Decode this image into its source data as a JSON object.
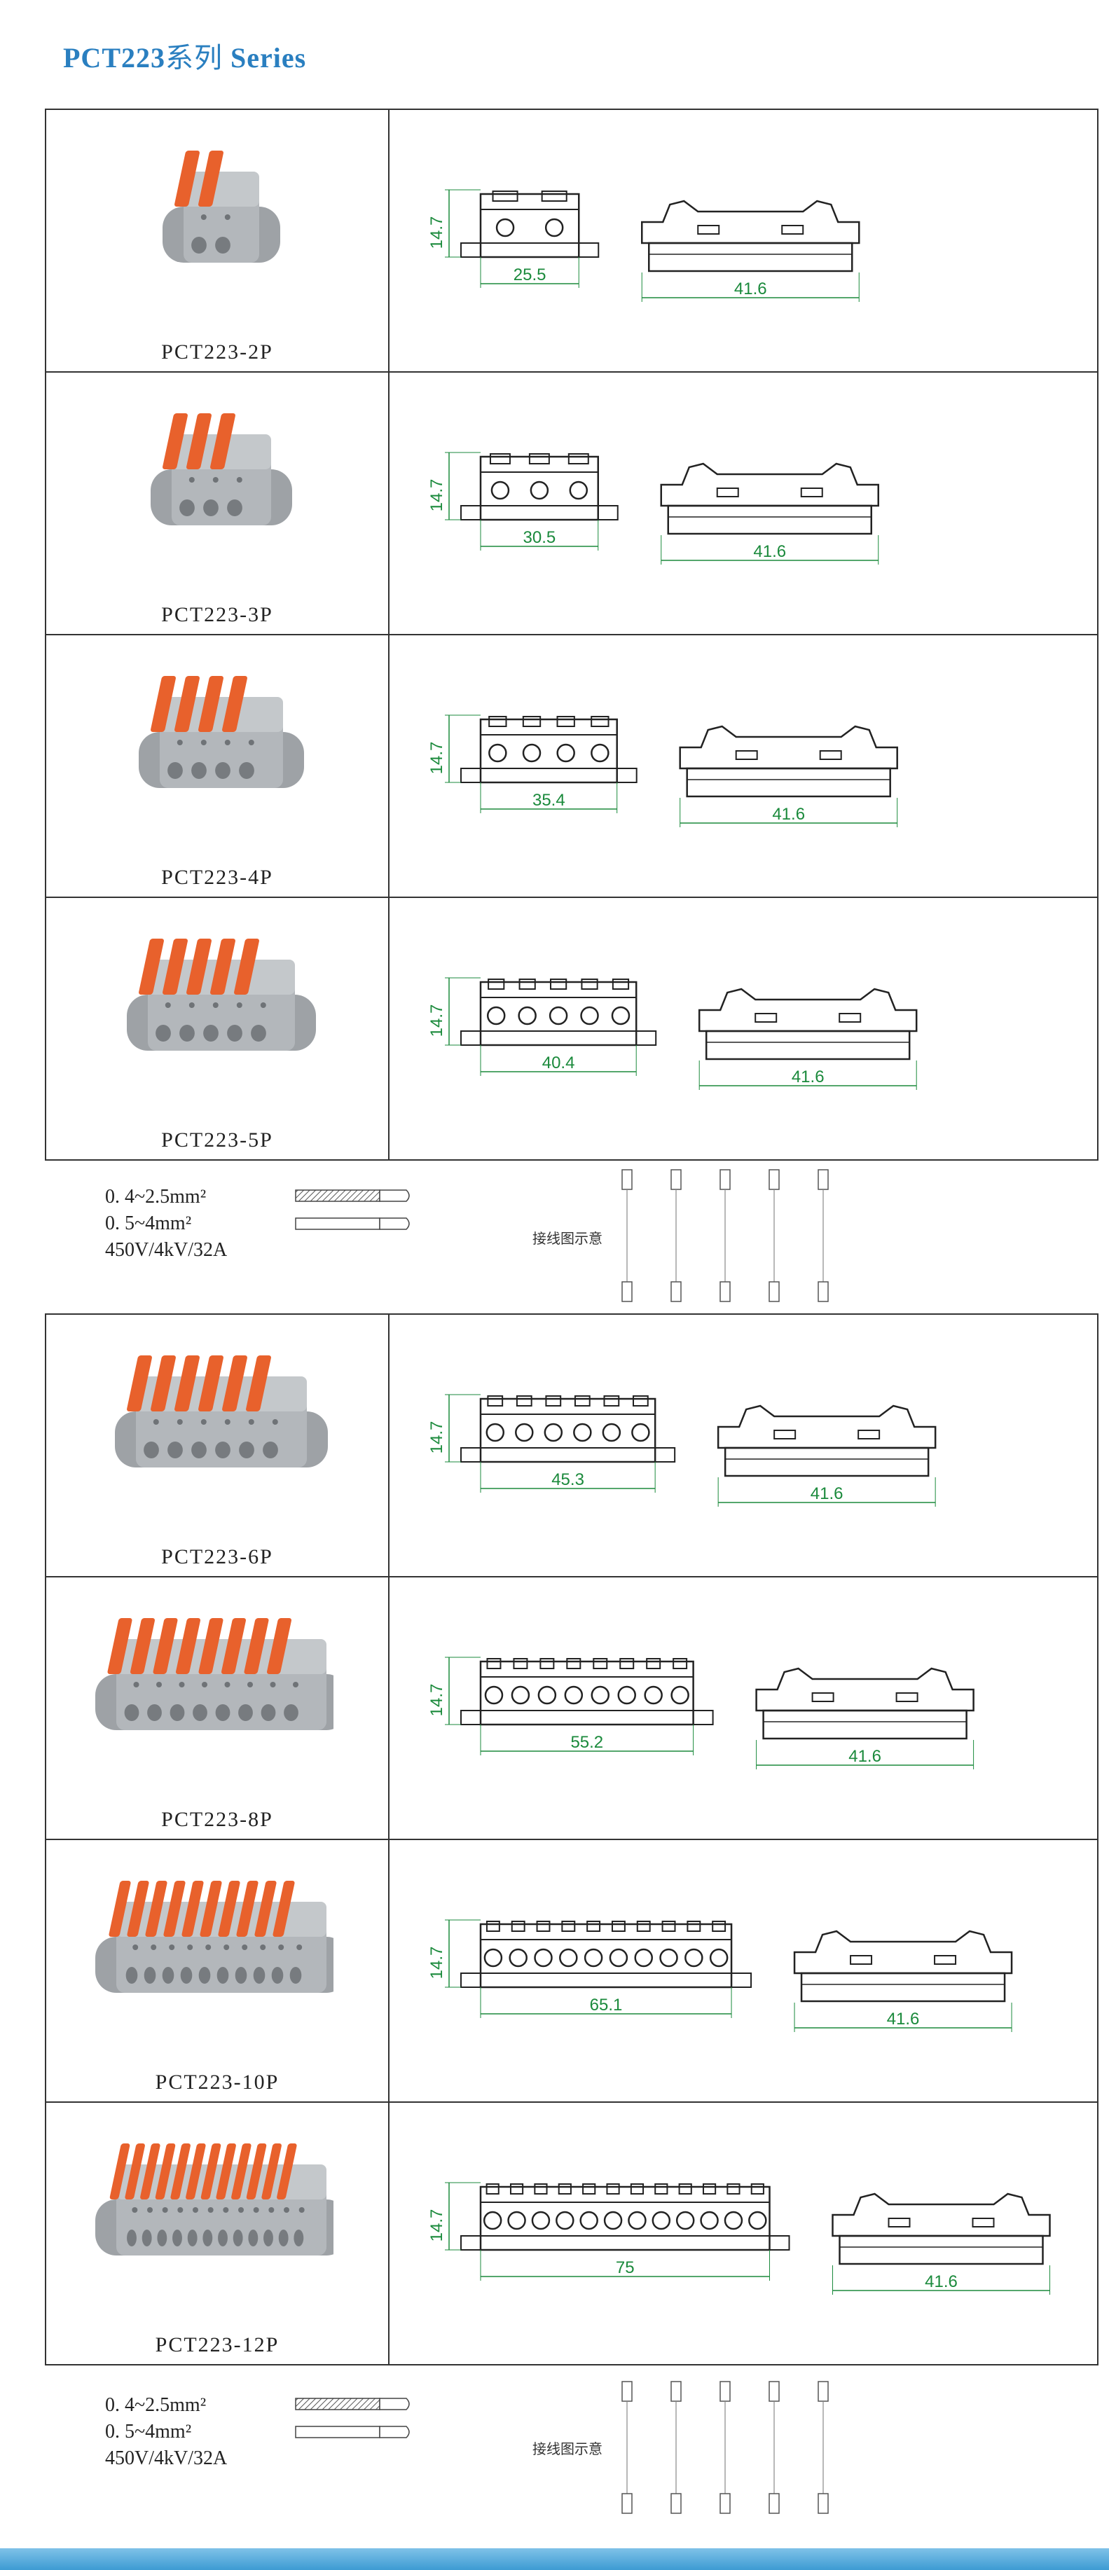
{
  "title": {
    "code": "PCT223",
    "cn": "系列",
    "en": "Series"
  },
  "group1": [
    {
      "model": "PCT223-2P",
      "poles": 2,
      "width": "25.5",
      "height": "14.7",
      "depth": "41.6"
    },
    {
      "model": "PCT223-3P",
      "poles": 3,
      "width": "30.5",
      "height": "14.7",
      "depth": "41.6"
    },
    {
      "model": "PCT223-4P",
      "poles": 4,
      "width": "35.4",
      "height": "14.7",
      "depth": "41.6"
    },
    {
      "model": "PCT223-5P",
      "poles": 5,
      "width": "40.4",
      "height": "14.7",
      "depth": "41.6"
    }
  ],
  "group2": [
    {
      "model": "PCT223-6P",
      "poles": 6,
      "width": "45.3",
      "height": "14.7",
      "depth": "41.6"
    },
    {
      "model": "PCT223-8P",
      "poles": 8,
      "width": "55.2",
      "height": "14.7",
      "depth": "41.6"
    },
    {
      "model": "PCT223-10P",
      "poles": 10,
      "width": "65.1",
      "height": "14.7",
      "depth": "41.6"
    },
    {
      "model": "PCT223-12P",
      "poles": 12,
      "width": "75",
      "height": "14.7",
      "depth": "41.6"
    }
  ],
  "specs": {
    "wire_stranded": "0. 4~2.5mm²",
    "wire_solid": "0. 5~4mm²",
    "rating": "450V/4kV/32A",
    "wiring_label": "接线图示意"
  },
  "colors": {
    "title": "#2a7fc0",
    "dimension": "#1b8a3c",
    "lever": "#e8612c",
    "body": "#a9adb1",
    "bar": "#3d9bd3"
  }
}
